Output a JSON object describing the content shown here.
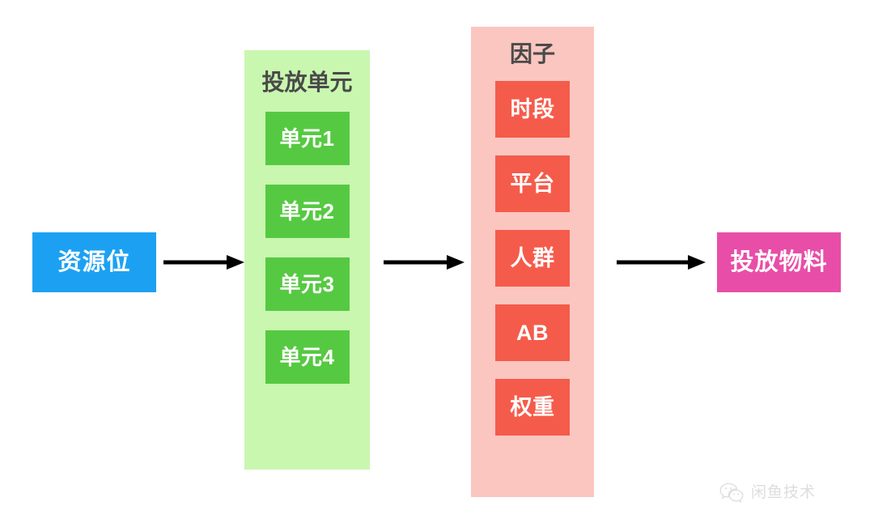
{
  "diagram": {
    "title": "",
    "source": {
      "label": "资源位",
      "color": "#1CA1F2",
      "text_color": "#FFFFFF"
    },
    "groups": [
      {
        "id": "delivery-units",
        "title": "投放单元",
        "container_color": "#C9F7AF",
        "chip_color": "#56C942",
        "title_color": "#4A4A4A",
        "items": [
          {
            "label": "单元1"
          },
          {
            "label": "单元2"
          },
          {
            "label": "单元3"
          },
          {
            "label": "单元4"
          }
        ]
      },
      {
        "id": "factors",
        "title": "因子",
        "container_color": "#FBC6C0",
        "chip_color": "#F55B4B",
        "title_color": "#4A4A4A",
        "items": [
          {
            "label": "时段"
          },
          {
            "label": "平台"
          },
          {
            "label": "人群"
          },
          {
            "label": "AB"
          },
          {
            "label": "权重"
          }
        ]
      }
    ],
    "output": {
      "label": "投放物料",
      "color": "#E84EA8",
      "text_color": "#FFFFFF"
    },
    "arrows": [
      {
        "id": "arrow-source-to-units",
        "color": "#000000"
      },
      {
        "id": "arrow-units-to-factors",
        "color": "#000000"
      },
      {
        "id": "arrow-factors-to-output",
        "color": "#000000"
      }
    ]
  },
  "watermark": {
    "text": "闲鱼技术",
    "icon": "wechat-icon",
    "color": "#C9C9C9"
  }
}
